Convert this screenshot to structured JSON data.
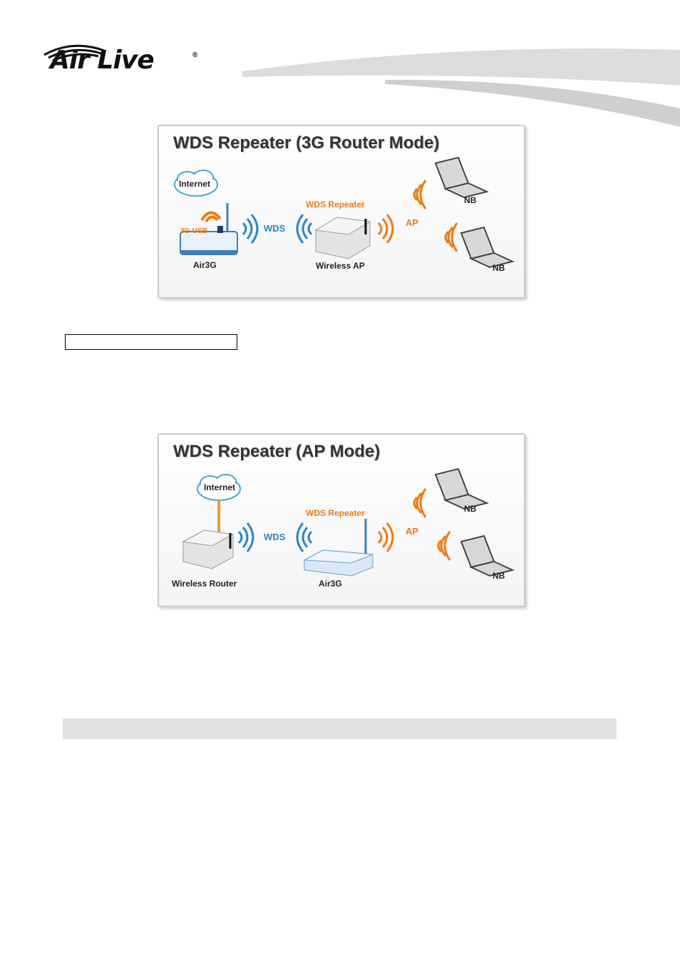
{
  "header": {
    "logo_text": "Air Live",
    "logo_reg": "®"
  },
  "diagram1": {
    "title": "WDS Repeater (3G Router Mode)",
    "labels": {
      "internet": "Internet",
      "usb": "3G-USB",
      "device_left": "Air3G",
      "wds": "WDS",
      "repeater": "WDS Repeater",
      "device_mid": "Wireless AP",
      "ap": "AP",
      "nb_top": "NB",
      "nb_bottom": "NB"
    }
  },
  "diagram2": {
    "title": "WDS Repeater (AP Mode)",
    "labels": {
      "internet": "Internet",
      "device_left": "Wireless Router",
      "wds": "WDS",
      "repeater": "WDS Repeater",
      "device_mid": "Air3G",
      "ap": "AP",
      "nb_top": "NB",
      "nb_bottom": "NB"
    }
  },
  "colors": {
    "orange": "#f07a10",
    "blue": "#2a86c8",
    "gray_bar": "#e1e1e1"
  }
}
